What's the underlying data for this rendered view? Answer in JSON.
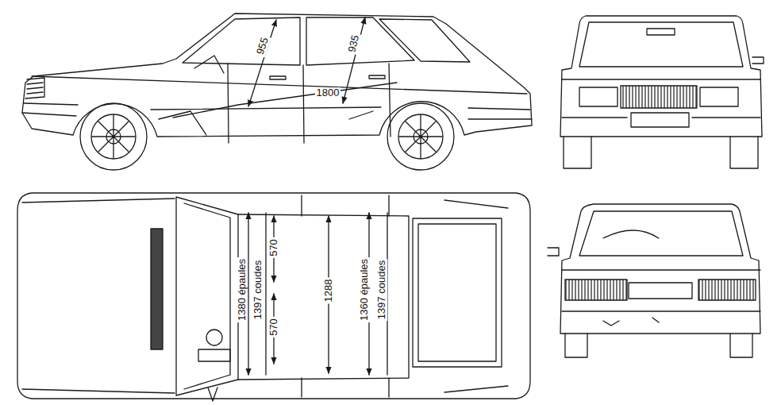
{
  "diagram": {
    "labels": [
      "955",
      "935",
      "1800",
      "1380 épaules",
      "1397 coudes",
      "570",
      "570",
      "1288",
      "1360 épaules",
      "1397 coudes"
    ]
  }
}
